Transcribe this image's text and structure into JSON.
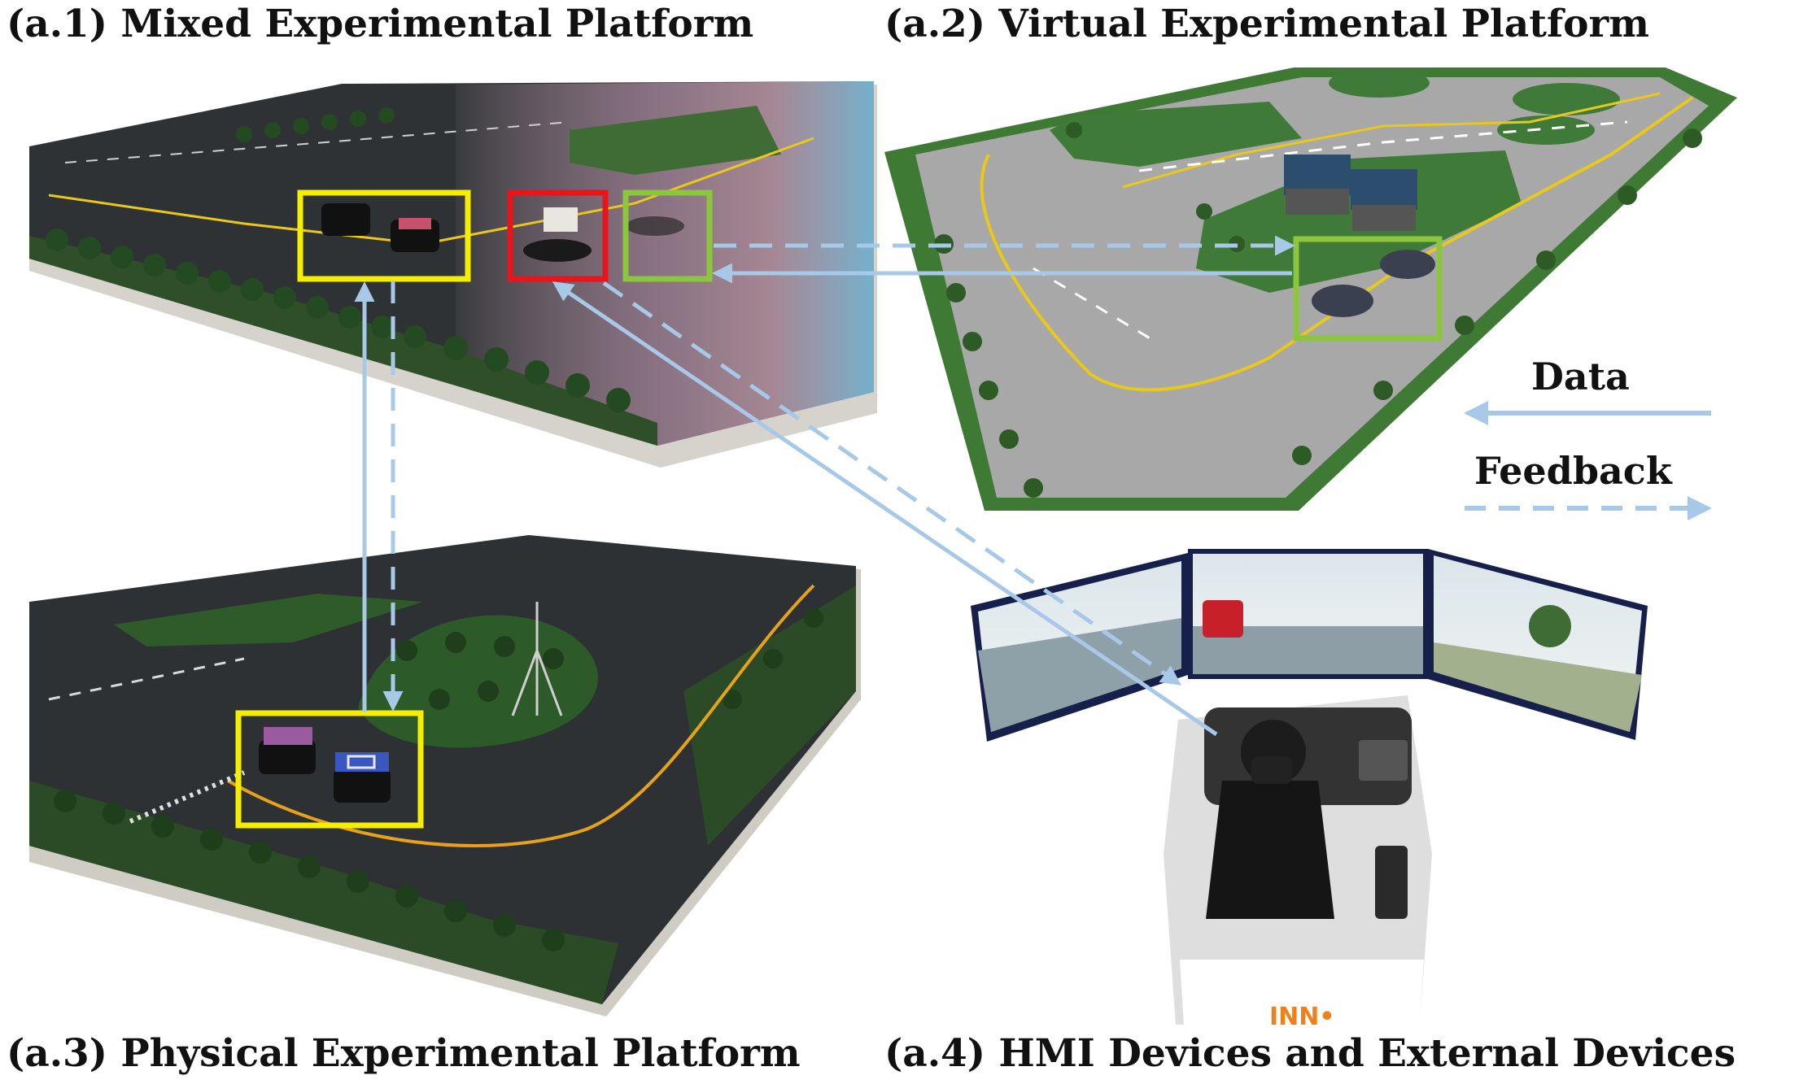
{
  "captions": {
    "a1": "(a.1) Mixed Experimental Platform",
    "a2": "(a.2) Virtual Experimental Platform",
    "a3": "(a.3) Physical Experimental Platform",
    "a4": "(a.4) HMI Devices and External Devices"
  },
  "legend": {
    "data_label": "Data",
    "feedback_label": "Feedback"
  },
  "colors": {
    "arrow": "#a8c8e8",
    "highlight_yellow": "#f5ee00",
    "highlight_red": "#e8151b",
    "highlight_green": "#8cc63f",
    "asphalt": "#3b3d40",
    "grass": "#3f6b34",
    "virtual_road": "#a8a8a8",
    "lane_yellow": "#e8c81a"
  },
  "hmi_logo": "INN•"
}
